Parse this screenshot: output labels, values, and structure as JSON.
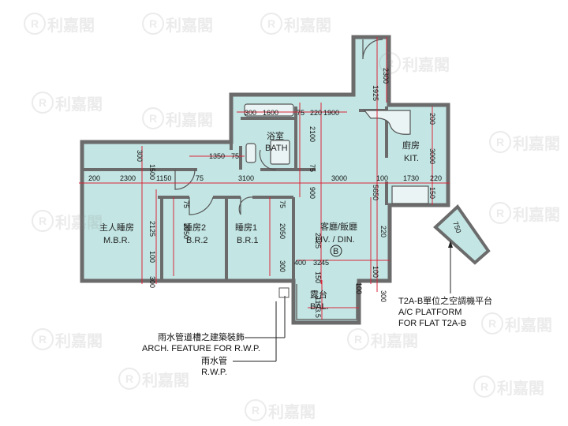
{
  "rooms": {
    "bath_cn": "浴室",
    "bath_en": "BATH",
    "kit_cn": "廚房",
    "kit_en": "KIT.",
    "mbr_cn": "主人睡房",
    "mbr_en": "M.B.R.",
    "br2_cn": "睡房2",
    "br2_en": "B.R.2",
    "br1_cn": "睡房1",
    "br1_en": "B.R.1",
    "liv_cn": "客廳/飯廳",
    "liv_en": "LIV. / DIN.",
    "bal_cn": "露台",
    "bal_en": "BAL.",
    "unit_tag": "B"
  },
  "dims": {
    "d300a": "300",
    "d1600": "1600",
    "d75a": "75",
    "d220a": "220",
    "d1900": "1900",
    "d1925": "1925",
    "d2300a": "2300",
    "d2100": "2100",
    "d200a": "200",
    "d3000a": "3000",
    "d1350": "1350",
    "d75b": "75",
    "d300b": "300",
    "d1500": "1500",
    "d200b": "200",
    "d2300b": "2300",
    "d1150": "1150",
    "d75c": "75",
    "d3100": "3100",
    "d75d": "75",
    "d3000b": "3000",
    "d100a": "100",
    "d1730": "1730",
    "d220b": "220",
    "d900": "900",
    "d5650": "5650",
    "d150a": "150",
    "d75e": "75",
    "d75f": "75",
    "d2125": "2125",
    "d2050a": "2050",
    "d2050b": "2050",
    "d2825": "2825",
    "d220c": "220",
    "d750": "750",
    "d100b": "100",
    "d100c": "100",
    "d300c": "300",
    "d300d": "300",
    "d400": "400",
    "d3245": "3245",
    "d150b": "150",
    "d100d": "100",
    "d1103": "1103.5",
    "d300e": "300"
  },
  "notes": {
    "ac_cn": "T2A-B單位之空調機平台",
    "ac_en1": "A/C PLATFORM",
    "ac_en2": "FOR FLAT T2A-B",
    "arch_cn": "雨水管道槽之建築裝飾",
    "arch_en": "ARCH. FEATURE FOR R.W.P.",
    "rwp_cn": "雨水管",
    "rwp_en": "R.W.P."
  },
  "watermark": {
    "logo_letter": "R",
    "brand": "利嘉閣"
  },
  "colors": {
    "floor": "#c3e6e4",
    "wall": "#6b6b6b",
    "dim_line": "#d9263a",
    "text": "#111111"
  }
}
